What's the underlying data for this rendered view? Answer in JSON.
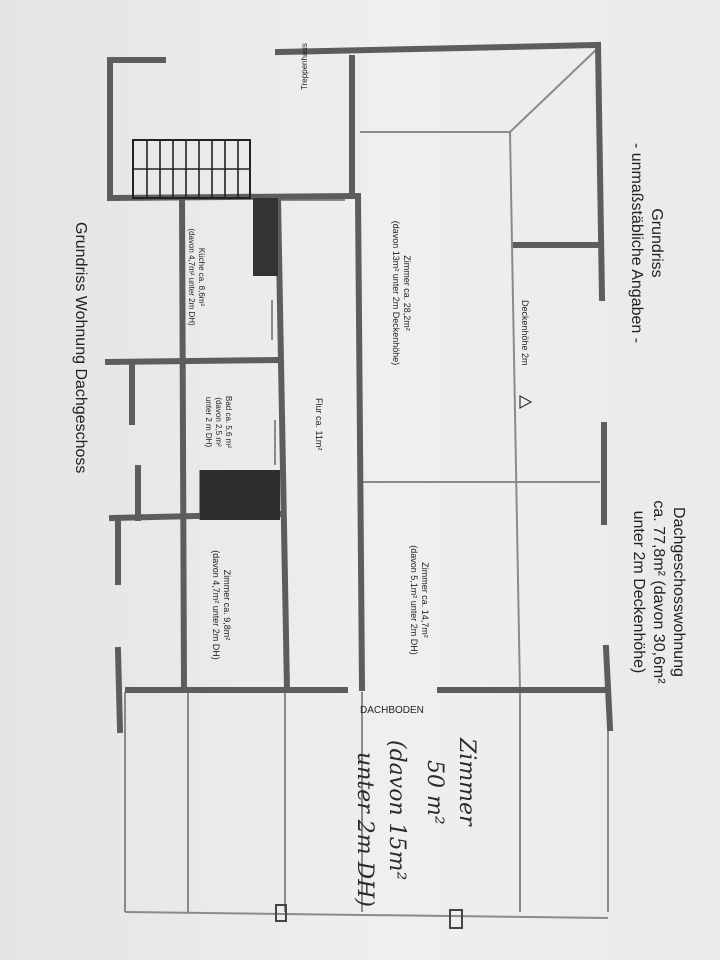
{
  "document": {
    "heading_left": {
      "line1": "Grundriss",
      "line2": "- unmaßstäbliche Angaben -"
    },
    "heading_right": {
      "line1": "Dachgeschosswohnung",
      "line2": "ca. 77,8m² (davon 30,6m²",
      "line3": "unter 2m Deckenhöhe)"
    },
    "footer_title": "Grundriss Wohnung Dachgeschoss",
    "rooms": {
      "treppenhaus": "Treppenhaus",
      "zimmer1": {
        "line1": "Zimmer ca. 28,2m²",
        "line2": "(davon 13m² unter 2m Deckenhöhe)"
      },
      "deckenhoehe": "Deckenhöhe 2m",
      "kueche": {
        "line1": "Küche ca. 8,6m²",
        "line2": "(davon 4,7m² unter 2m DH)"
      },
      "bad": {
        "line1": "Bad ca. 5,6 m²",
        "line2": "(davon 2,5 m²",
        "line3": "unter 2 m DH)"
      },
      "flur": "Flur ca. 11m²",
      "zimmer2": {
        "line1": "Zimmer ca. 14,7m²",
        "line2": "(davon 5,1m² unter 2m DH)"
      },
      "zimmer3": {
        "line1": "Zimmer ca. 9,8m²",
        "line2": "(davon 4,7m² unter 2m DH)"
      },
      "dachboden": "DACHBODEN"
    },
    "handwritten": {
      "line1": "Zimmer",
      "line2": "50 m²",
      "line3": "(davon 15m²",
      "line4": "unter 2m DH)"
    }
  }
}
